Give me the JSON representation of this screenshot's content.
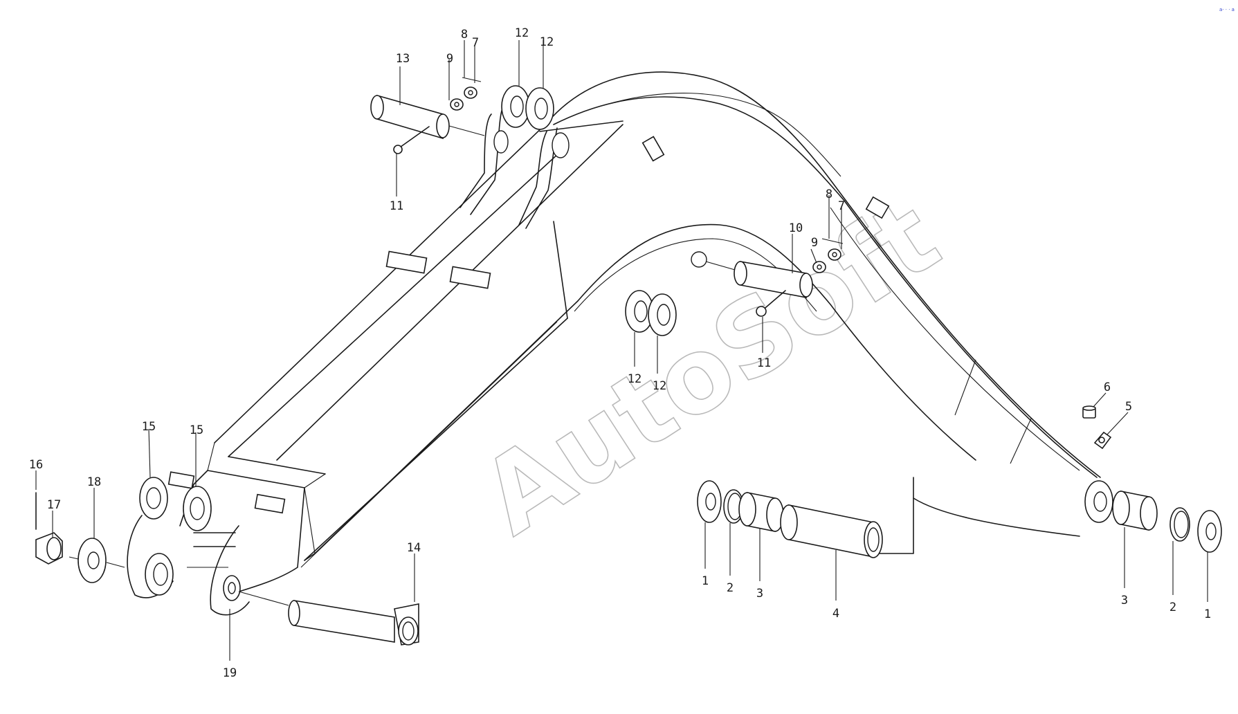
{
  "watermark": "AutoSoft",
  "corner_mark": "a· · · a",
  "callouts": [
    {
      "id": "c13",
      "label": "13"
    },
    {
      "id": "c9a",
      "label": "9"
    },
    {
      "id": "c8a",
      "label": "8"
    },
    {
      "id": "c7a",
      "label": "7"
    },
    {
      "id": "c12a",
      "label": "12"
    },
    {
      "id": "c12b",
      "label": "12"
    },
    {
      "id": "c11a",
      "label": "11"
    },
    {
      "id": "c10",
      "label": "10"
    },
    {
      "id": "c9b",
      "label": "9"
    },
    {
      "id": "c8b",
      "label": "8"
    },
    {
      "id": "c7b",
      "label": "7"
    },
    {
      "id": "c11b",
      "label": "11"
    },
    {
      "id": "c12c",
      "label": "12"
    },
    {
      "id": "c12d",
      "label": "12"
    },
    {
      "id": "c6",
      "label": "6"
    },
    {
      "id": "c5",
      "label": "5"
    },
    {
      "id": "c15a",
      "label": "15"
    },
    {
      "id": "c15b",
      "label": "15"
    },
    {
      "id": "c16",
      "label": "16"
    },
    {
      "id": "c17",
      "label": "17"
    },
    {
      "id": "c18",
      "label": "18"
    },
    {
      "id": "c14",
      "label": "14"
    },
    {
      "id": "c19",
      "label": "19"
    },
    {
      "id": "c1a",
      "label": "1"
    },
    {
      "id": "c2a",
      "label": "2"
    },
    {
      "id": "c3a",
      "label": "3"
    },
    {
      "id": "c4",
      "label": "4"
    },
    {
      "id": "c3b",
      "label": "3"
    },
    {
      "id": "c2b",
      "label": "2"
    },
    {
      "id": "c1b",
      "label": "1"
    }
  ]
}
